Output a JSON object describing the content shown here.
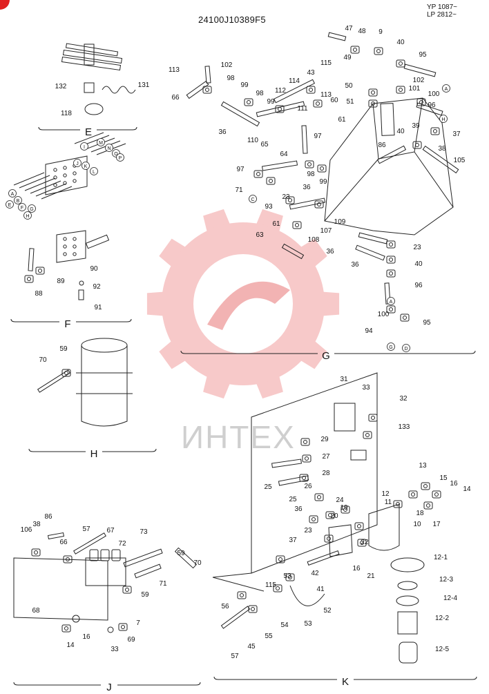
{
  "header": {
    "drawing_code": "24100J10389F5",
    "serial_1": "YP 1087~",
    "serial_2": "LP 2812~"
  },
  "watermark": "ИНТЕХ",
  "sections": [
    {
      "letter": "E"
    },
    {
      "letter": "F"
    },
    {
      "letter": "G"
    },
    {
      "letter": "H"
    },
    {
      "letter": "J"
    },
    {
      "letter": "K"
    }
  ],
  "callouts": [
    "132",
    "131",
    "118",
    "90",
    "89",
    "92",
    "88",
    "91",
    "70",
    "59",
    "113",
    "102",
    "66",
    "98",
    "99",
    "98",
    "99",
    "112",
    "114",
    "43",
    "115",
    "113",
    "60",
    "111",
    "61",
    "97",
    "36",
    "110",
    "65",
    "64",
    "97",
    "71",
    "98",
    "99",
    "93",
    "23",
    "36",
    "61",
    "107",
    "109",
    "108",
    "63",
    "36",
    "23",
    "36",
    "40",
    "96",
    "100",
    "94",
    "95",
    "47",
    "48",
    "49",
    "9",
    "40",
    "95",
    "102",
    "101",
    "100",
    "50",
    "51",
    "96",
    "39",
    "37",
    "40",
    "86",
    "38",
    "105",
    "86",
    "38",
    "106",
    "66",
    "57",
    "67",
    "72",
    "73",
    "59",
    "70",
    "71",
    "59",
    "7",
    "68",
    "14",
    "16",
    "33",
    "69",
    "31",
    "33",
    "32",
    "133",
    "29",
    "27",
    "28",
    "25",
    "26",
    "25",
    "24",
    "36",
    "20",
    "19",
    "23",
    "37",
    "22",
    "16",
    "21",
    "42",
    "41",
    "53",
    "115",
    "56",
    "54",
    "52",
    "53",
    "55",
    "45",
    "57",
    "12",
    "11",
    "13",
    "15",
    "16",
    "14",
    "18",
    "17",
    "10",
    "12-1",
    "12-3",
    "12-4",
    "12-2",
    "12-5"
  ],
  "circle_letters": [
    "I",
    "M",
    "N",
    "O",
    "P",
    "J",
    "K",
    "L",
    "A",
    "B",
    "E",
    "F",
    "G",
    "H",
    "A",
    "H",
    "C",
    "A",
    "G",
    "D"
  ]
}
